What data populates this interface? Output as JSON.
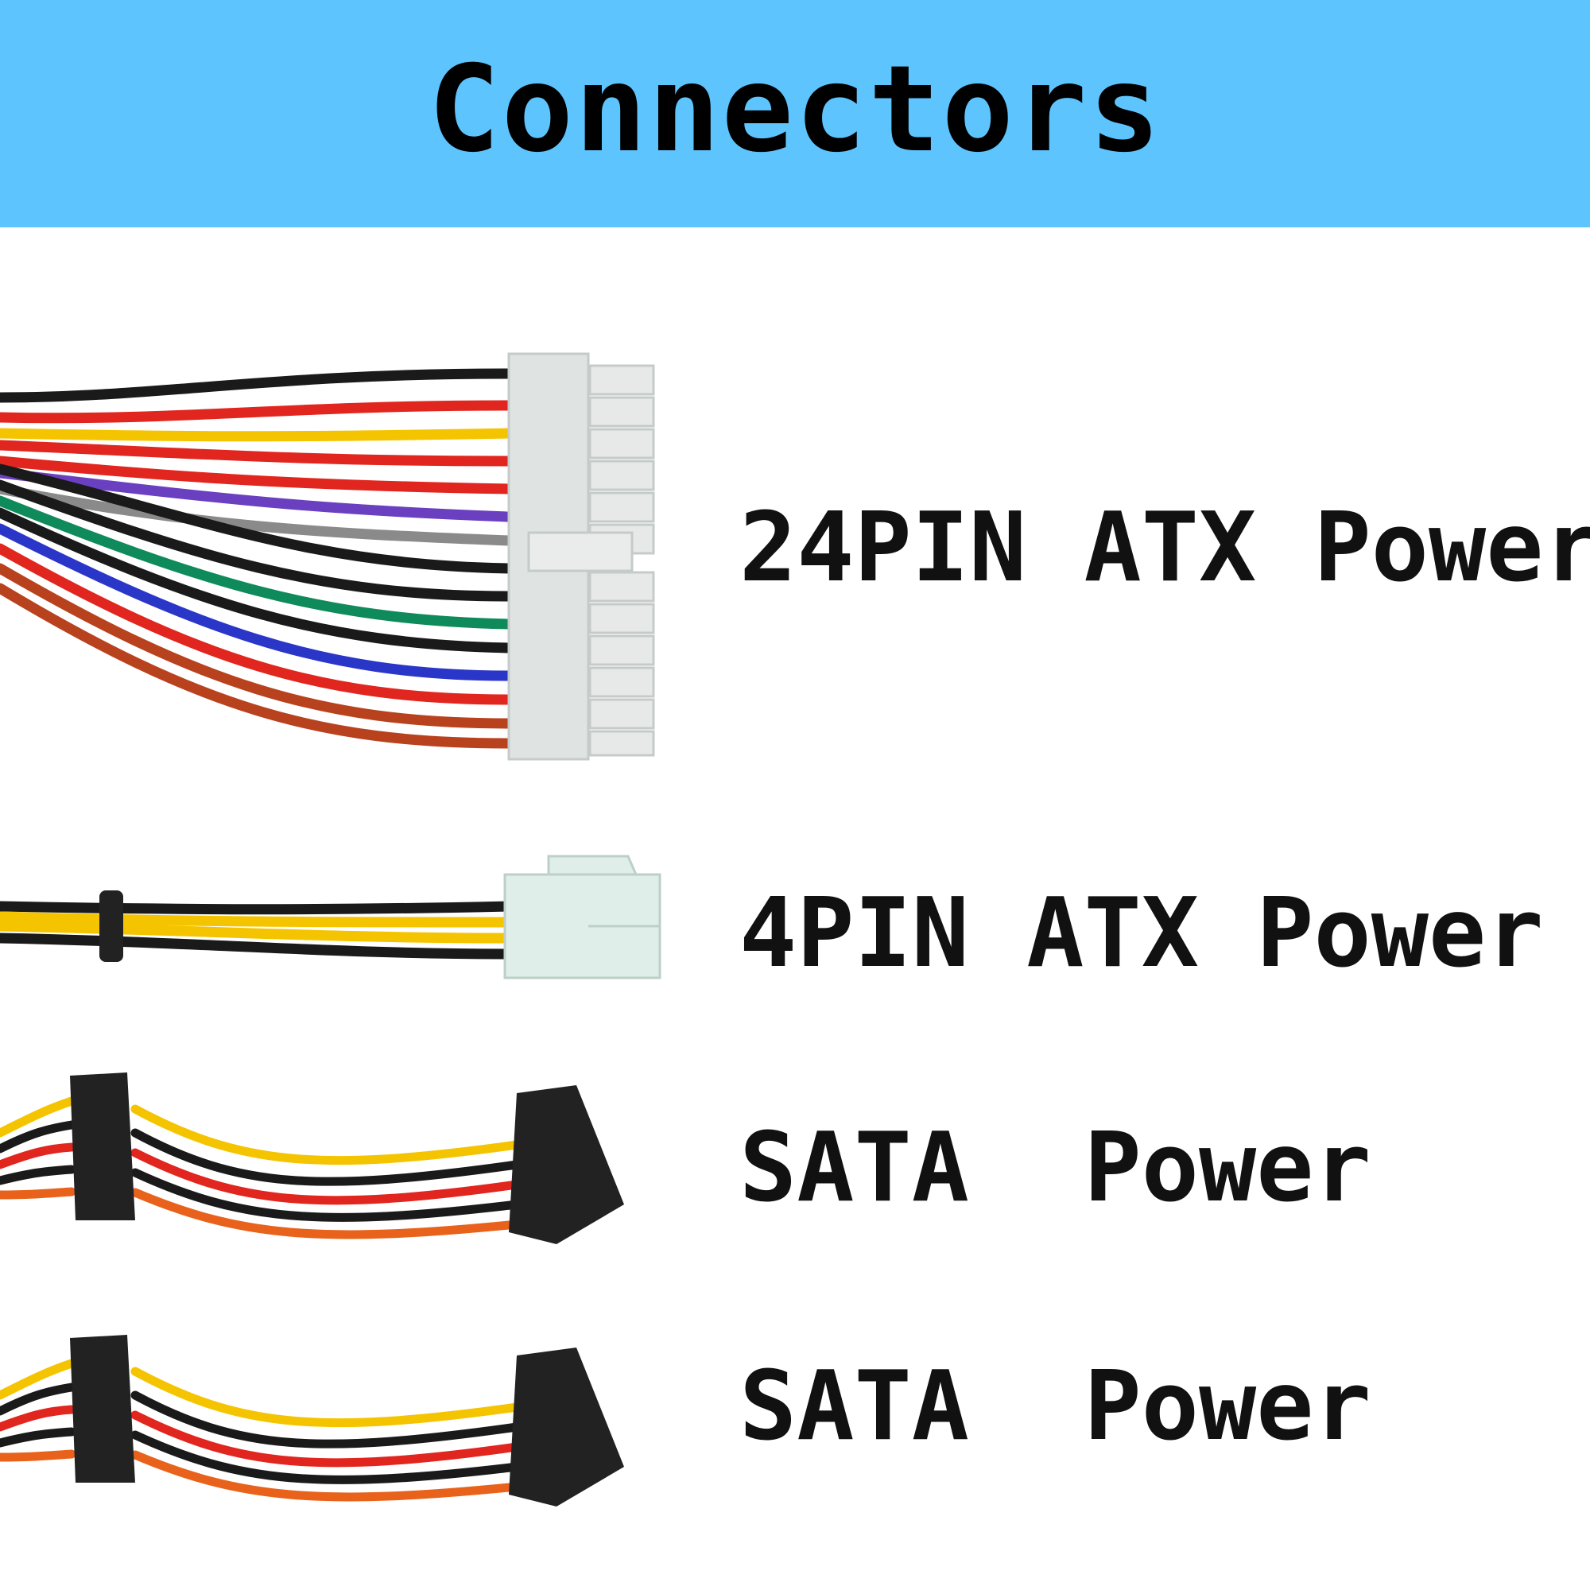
{
  "title": "Connectors",
  "connectors": [
    {
      "label": "24PIN ATX Power",
      "icon": "atx-24pin-connector-icon"
    },
    {
      "label": "4PIN ATX Power",
      "icon": "atx-4pin-connector-icon"
    },
    {
      "label": "SATA  Power",
      "icon": "sata-power-cable-icon"
    },
    {
      "label": "SATA  Power",
      "icon": "sata-power-cable-icon"
    }
  ],
  "colors": {
    "header": "#5ec4fd",
    "connector_body": "#dfe3e2",
    "connector_4pin": "#dfeee8",
    "sata_housing": "#222222",
    "wire_red": "#e0261e",
    "wire_black": "#1a1a1a",
    "wire_yellow": "#f5c400",
    "wire_orange": "#e8621b",
    "wire_green": "#0f8a5a",
    "wire_blue": "#2a36c8",
    "wire_purple": "#6a3fc0",
    "wire_gray": "#8a8a8a",
    "wire_brown": "#b8421e"
  }
}
